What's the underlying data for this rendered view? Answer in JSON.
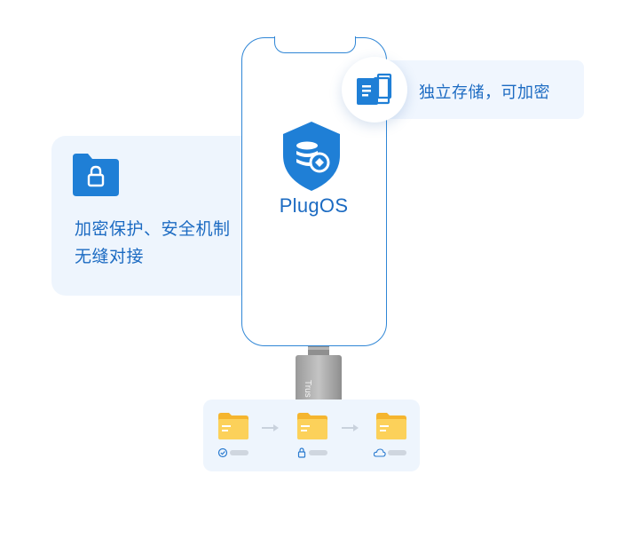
{
  "features": {
    "security_line1": "加密保护、安全机制",
    "security_line2": "无缝对接",
    "storage": "独立存储，可加密"
  },
  "phone": {
    "os_name": "PlugOS"
  },
  "usb": {
    "label": "Trus"
  },
  "tray": {
    "files": [
      {
        "status_icon": "check-circle-icon"
      },
      {
        "status_icon": "lock-icon"
      },
      {
        "status_icon": "cloud-icon"
      }
    ]
  },
  "colors": {
    "brand_blue": "#1c6bc2",
    "light_card": "#eef5fd",
    "folder_yellow": "#f9c53d"
  }
}
